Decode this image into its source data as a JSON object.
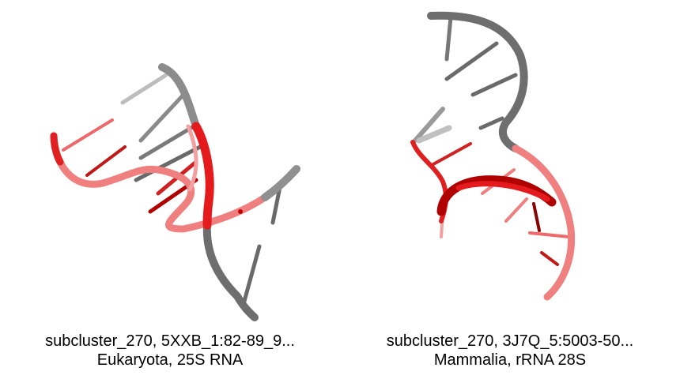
{
  "panels": [
    {
      "caption_line1": "subcluster_270, 5XXB_1:82-89_9...",
      "caption_line2": "Eukaryota, 25S RNA"
    },
    {
      "caption_line1": "subcluster_270, 3J7Q_5:5003-50...",
      "caption_line2": "Mammalia, rRNA 28S"
    }
  ],
  "colors": {
    "backbone_gray": "#6e6e6e",
    "backbone_light_gray": "#bdbdbd",
    "highlight_red": "#e41a1c",
    "light_red": "#f08080",
    "dark_red": "#b00000"
  }
}
